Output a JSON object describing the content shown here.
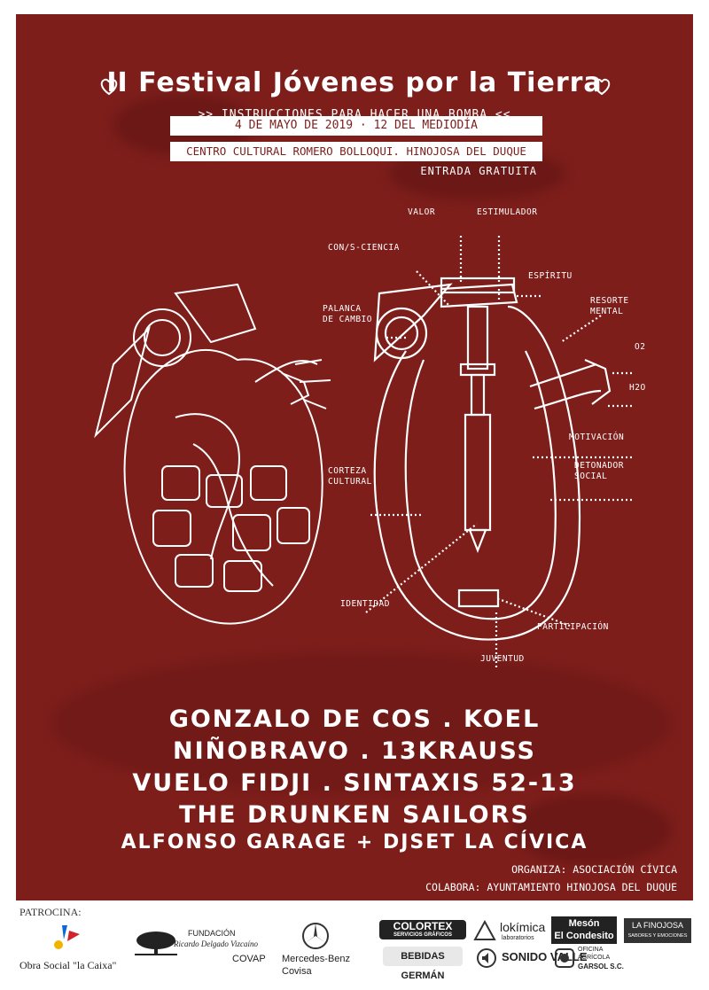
{
  "header": {
    "title": "II Festival Jóvenes por la Tierra",
    "subtitle": ">> INSTRUCCIONES PARA HACER UNA BOMBA <<",
    "date": "4 DE MAYO DE 2019 · 12 DEL MEDIODÍA",
    "venue": "CENTRO CULTURAL ROMERO BOLLOQUI. HINOJOSA DEL DUQUE",
    "entry": "ENTRADA GRATUITA"
  },
  "diagram_labels": {
    "valor": "VALOR",
    "estimulador": "ESTIMULADOR",
    "conciencia": "CON/S-CIENCIA",
    "espiritu": "ESPÍRITU",
    "resorte": "RESORTE\nMENTAL",
    "palanca": "PALANCA\nDE CAMBIO",
    "o2": "O2",
    "h2o": "H2O",
    "motivacion": "MOTIVACIÓN",
    "detonador": "DETONADOR\nSOCIAL",
    "corteza": "CORTEZA\nCULTURAL",
    "identidad": "IDENTIDAD",
    "participacion": "PARTICIPACIÓN",
    "juventud": "JUVENTUD"
  },
  "lineup": [
    "GONZALO DE COS  .  KOEL",
    "NIÑOBRAVO  .  13KRAUSS",
    "VUELO FIDJI  .  SINTAXIS 52-13",
    "THE DRUNKEN SAILORS",
    "ALFONSO GARAGE + DJSET LA CÍVICA"
  ],
  "credits": {
    "organiza": "ORGANIZA: ASOCIACIÓN CÍVICA",
    "colabora": "COLABORA: AYUNTAMIENTO HINOJOSA DEL DUQUE"
  },
  "sponsors": {
    "label": "PATROCINA:",
    "caixa": "Obra Social \"la Caixa\"",
    "fundacion_1": "FUNDACIÓN",
    "fundacion_2": "Ricardo Delgado Vizcaíno",
    "fundacion_3": "COVAP",
    "mercedes_1": "Mercedes-Benz",
    "mercedes_2": "Covisa",
    "colortex": "COLORTEX",
    "colortex_sub": "SERVICIOS GRÁFICOS",
    "bebidas": "BEBIDAS GERMÁN",
    "lokimica": "lokímica",
    "lokimica_sub": "laboratorios",
    "sonido": "SONIDO VALLE",
    "meson_1": "Mesón",
    "meson_2": "El Condesito",
    "oficina_1": "OFICINA",
    "oficina_2": "AGRÍCOLA",
    "oficina_3": "GARSOL S.C.",
    "finojosa": "LA FINOJOSA",
    "finojosa_sub": "SABORES Y EMOCIONES"
  },
  "colors": {
    "poster_bg": "#7d1e1b",
    "ink": "#ffffff"
  }
}
